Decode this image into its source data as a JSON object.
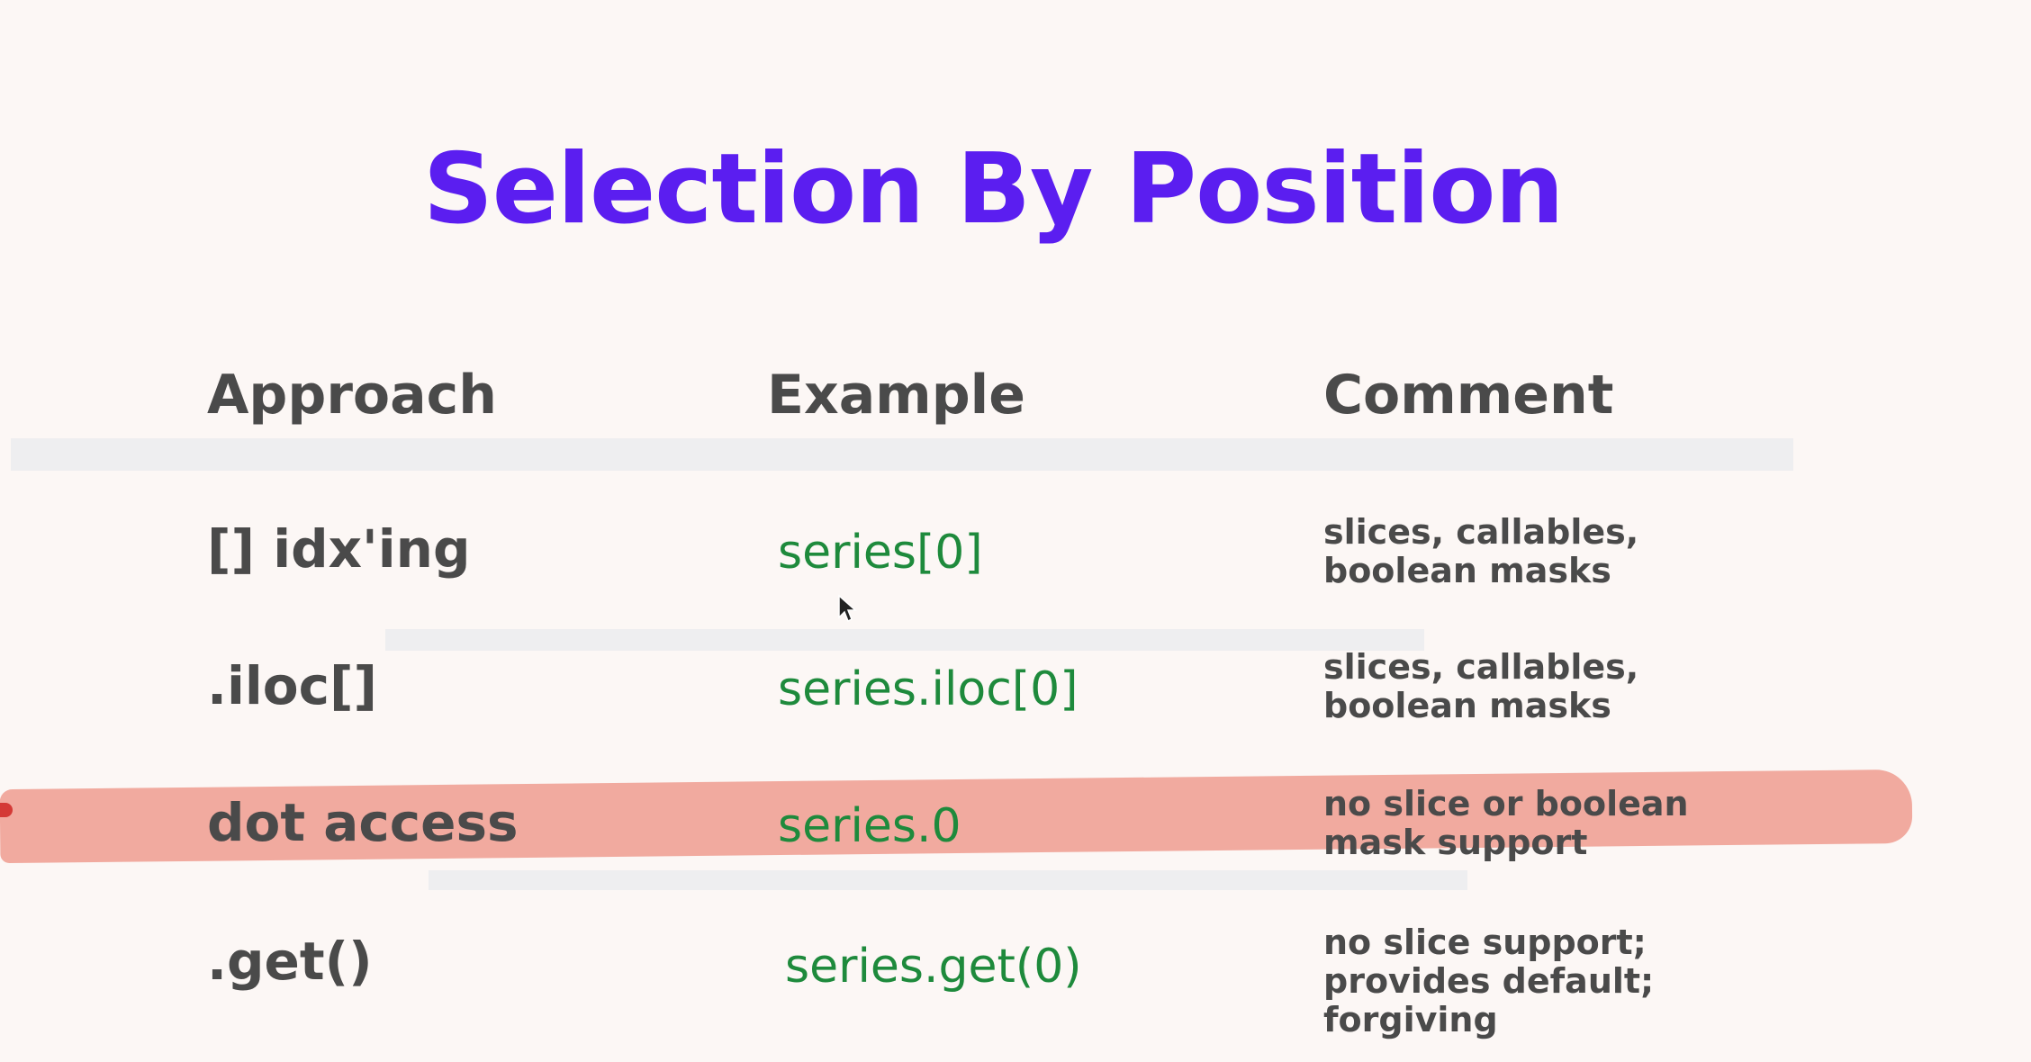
{
  "slide": {
    "title": "Selection By Position",
    "headers": {
      "approach": "Approach",
      "example": "Example",
      "comment": "Comment"
    },
    "rows": [
      {
        "approach": "[] idx'ing",
        "example": "series[0]",
        "comment": "slices, callables,\nboolean masks",
        "struck": false
      },
      {
        "approach": ".iloc[]",
        "example": "series.iloc[0]",
        "comment": "slices, callables,\nboolean masks",
        "struck": false
      },
      {
        "approach": "dot access",
        "example": "series.0",
        "comment": "no slice or boolean\nmask support",
        "struck": true
      },
      {
        "approach": ".get()",
        "example": "series.get(0)",
        "comment": "no slice support;\nprovides default;\nforgiving",
        "struck": false
      }
    ],
    "colors": {
      "title": "#5b1ef0",
      "text": "#4a4a4a",
      "code": "#1e8a3c",
      "strike": "#f0a397",
      "background": "#fcf7f5"
    }
  }
}
